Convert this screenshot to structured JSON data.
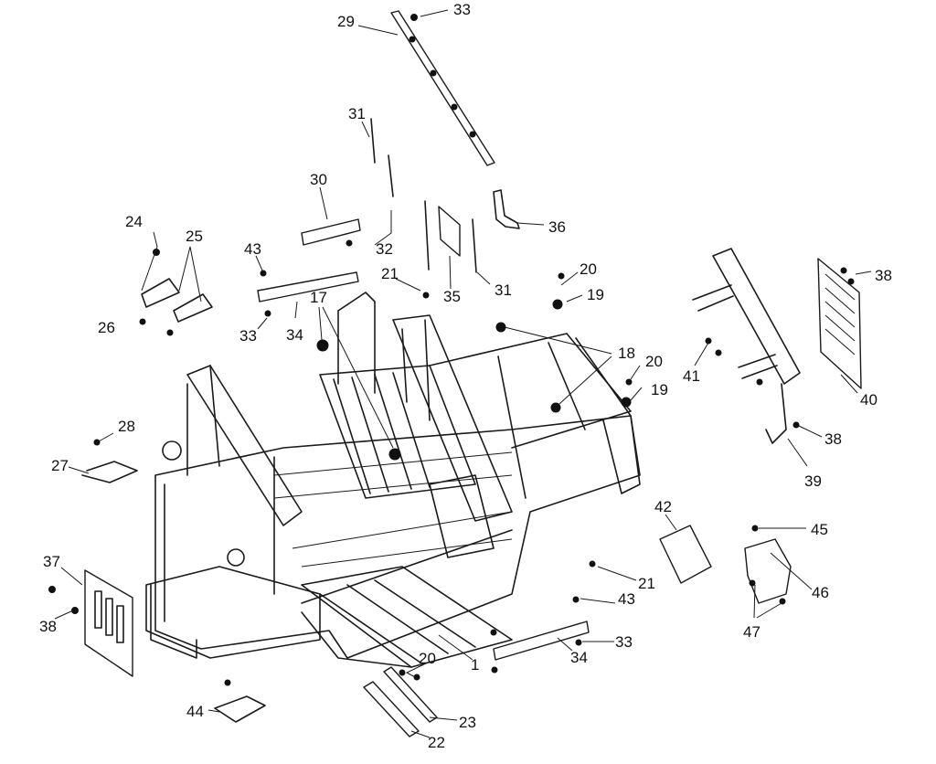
{
  "diagram": {
    "kind": "exploded parts diagram",
    "line_color": "#1a1a1a",
    "background": "#ffffff",
    "callouts": [
      {
        "id": "c29a",
        "label": "29"
      },
      {
        "id": "c33a",
        "label": "33"
      },
      {
        "id": "c31a",
        "label": "31"
      },
      {
        "id": "c30",
        "label": "30"
      },
      {
        "id": "c24",
        "label": "24"
      },
      {
        "id": "c25",
        "label": "25"
      },
      {
        "id": "c43a",
        "label": "43"
      },
      {
        "id": "c32",
        "label": "32"
      },
      {
        "id": "c36",
        "label": "36"
      },
      {
        "id": "c21a",
        "label": "21"
      },
      {
        "id": "c20a",
        "label": "20"
      },
      {
        "id": "c31b",
        "label": "31"
      },
      {
        "id": "c35",
        "label": "35"
      },
      {
        "id": "c19a",
        "label": "19"
      },
      {
        "id": "c38a",
        "label": "38"
      },
      {
        "id": "c17",
        "label": "17"
      },
      {
        "id": "c26",
        "label": "26"
      },
      {
        "id": "c33b",
        "label": "33"
      },
      {
        "id": "c34a",
        "label": "34"
      },
      {
        "id": "c18",
        "label": "18"
      },
      {
        "id": "c20b",
        "label": "20"
      },
      {
        "id": "c41",
        "label": "41"
      },
      {
        "id": "c19b",
        "label": "19"
      },
      {
        "id": "c40",
        "label": "40"
      },
      {
        "id": "c28",
        "label": "28"
      },
      {
        "id": "c38b",
        "label": "38"
      },
      {
        "id": "c27",
        "label": "27"
      },
      {
        "id": "c39",
        "label": "39"
      },
      {
        "id": "c42",
        "label": "42"
      },
      {
        "id": "c45",
        "label": "45"
      },
      {
        "id": "c37",
        "label": "37"
      },
      {
        "id": "c21b",
        "label": "21"
      },
      {
        "id": "c46",
        "label": "46"
      },
      {
        "id": "c43b",
        "label": "43"
      },
      {
        "id": "c38c",
        "label": "38"
      },
      {
        "id": "c47",
        "label": "47"
      },
      {
        "id": "c33c",
        "label": "33"
      },
      {
        "id": "c20c",
        "label": "20"
      },
      {
        "id": "c34b",
        "label": "34"
      },
      {
        "id": "c1",
        "label": "1"
      },
      {
        "id": "c44",
        "label": "44"
      },
      {
        "id": "c23",
        "label": "23"
      },
      {
        "id": "c22",
        "label": "22"
      }
    ]
  }
}
